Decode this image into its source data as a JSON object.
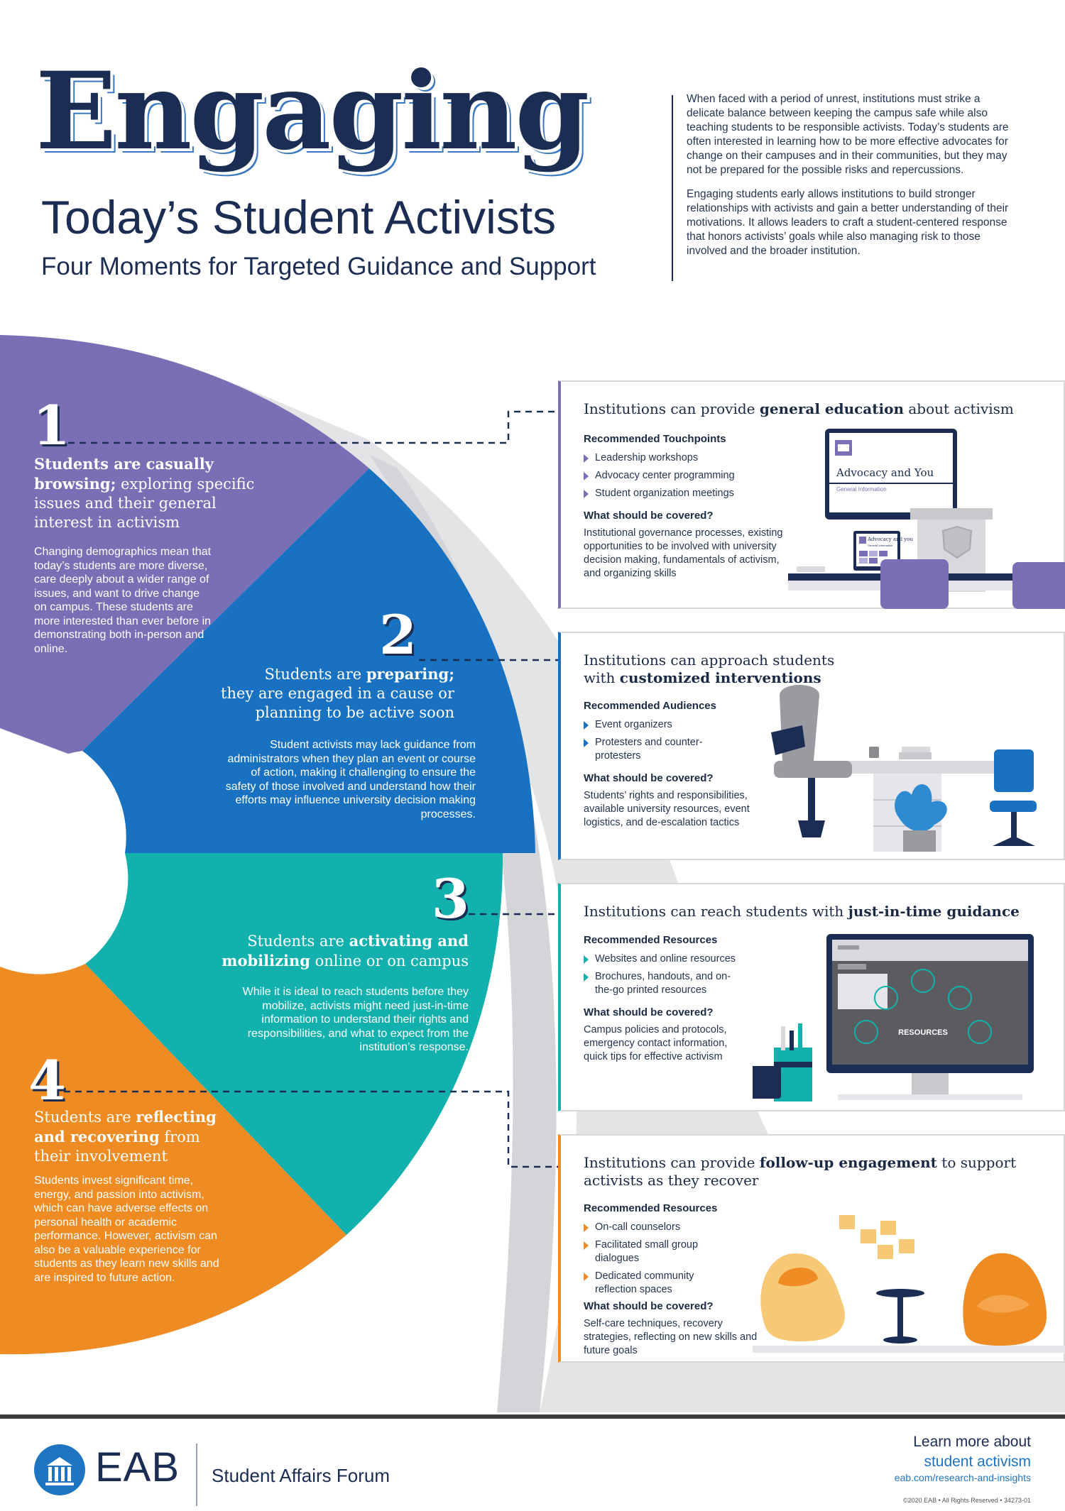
{
  "header": {
    "title": "Engaging",
    "subtitle": "Today’s Student Activists",
    "tagline": "Four Moments for Targeted Guidance and Support",
    "intro_p1": "When faced with a period of unrest, institutions must strike a delicate balance between keeping the campus safe while also teaching students to be responsible activists. Today’s students are often interested in learning how to be more effective advocates for change on their campuses and in their communities, but they may not be prepared for the possible risks and repercussions.",
    "intro_p2": "Engaging students early allows institutions to build stronger relationships with activists and gain a better understanding of their motivations. It allows leaders to craft a student-centered response that honors activists’ goals while also managing risk to those involved and the broader institution."
  },
  "colors": {
    "purple": "#7a6fb5",
    "blue": "#1872c1",
    "teal": "#12b1ad",
    "orange": "#ee8b22",
    "navy": "#1b2d52"
  },
  "moments": [
    {
      "number": "1",
      "head_bold": "Students are casually browsing;",
      "head_rest": " exploring specific issues and their general interest in activism",
      "body": "Changing demographics mean that today’s students are more diverse, care deeply about a wider range of issues, and want to drive change on campus. These students are more interested than ever before in demonstrating both in-person and online."
    },
    {
      "number": "2",
      "head_pre": "Students are ",
      "head_bold": "preparing;",
      "head_rest": "they are engaged in a cause or planning to be active soon",
      "body": "Student activists may lack guidance from administrators when they plan an event or course of action, making it challenging to ensure the safety of those involved and understand how their efforts may influence university decision making processes."
    },
    {
      "number": "3",
      "head_pre": "Students are ",
      "head_bold": "activating and mobilizing",
      "head_rest": " online or on campus",
      "body": "While it is ideal to reach students before they mobilize, activists might need just-in-time information to understand their rights and responsibilities, and what to expect from the institution’s response."
    },
    {
      "number": "4",
      "head_pre": "Students are ",
      "head_bold": "reflecting and recovering",
      "head_rest": " from their involvement",
      "body": "Students invest significant time, energy, and passion into activism, which can have adverse effects on personal health or academic performance. However, activism can also be a valuable experience for students as they learn new skills and are inspired to future action."
    }
  ],
  "cards": [
    {
      "title_pre": "Institutions can provide ",
      "title_bold": "general education",
      "title_post": " about activism",
      "list_label": "Recommended Touchpoints",
      "items": [
        "Leadership workshops",
        "Advocacy center programming",
        "Student organization meetings"
      ],
      "covered_label": "What should be covered?",
      "covered": "Institutional governance processes, existing opportunities to be involved with university decision making, fundamentals of activism, and organizing skills",
      "screen_title": "Advocacy and You",
      "screen_sub": "General Information",
      "laptop_title": "Advocacy and you",
      "laptop_sub": "General Information"
    },
    {
      "title_pre": "Institutions can approach students with ",
      "title_bold": "customized interventions",
      "title_post": "",
      "list_label": "Recommended Audiences",
      "items": [
        "Event organizers",
        "Protesters and counter-protesters"
      ],
      "covered_label": "What should be covered?",
      "covered": "Students’ rights and responsibilities, available university resources, event logistics, and de-escalation tactics"
    },
    {
      "title_pre": "Institutions can reach students with ",
      "title_bold": "just-in-time guidance",
      "title_post": "",
      "list_label": "Recommended Resources",
      "items": [
        "Websites and online resources",
        "Brochures, handouts, and on-the-go printed resources"
      ],
      "covered_label": "What should be covered?",
      "covered": "Campus policies and protocols, emergency contact information, quick tips for effective activism",
      "screen_label": "RESOURCES"
    },
    {
      "title_pre": "Institutions can provide ",
      "title_bold": "follow-up engagement",
      "title_post": " to support activists as they recover",
      "list_label": "Recommended Resources",
      "items": [
        "On-call counselors",
        "Facilitated small group dialogues",
        "Dedicated community reflection spaces"
      ],
      "covered_label": "What should be covered?",
      "covered": "Self-care techniques, recovery strategies, reflecting on new skills and future goals"
    }
  ],
  "footer": {
    "brand": "EAB",
    "forum": "Student Affairs Forum",
    "learn_line1": "Learn more about",
    "learn_line2": "student activism",
    "learn_url": "eab.com/research-and-insights",
    "copyright": "©2020 EAB • All Rights Reserved • 34273-01"
  }
}
